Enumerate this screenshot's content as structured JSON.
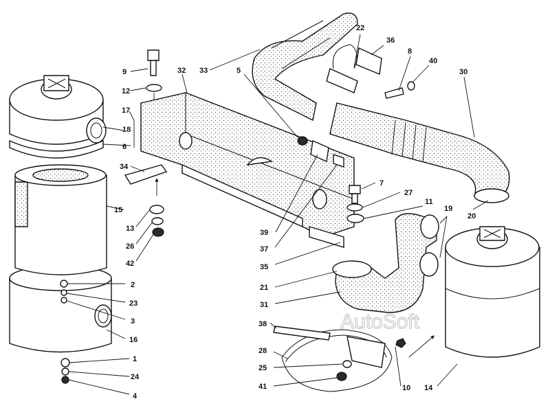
{
  "watermark": "AutoSoft",
  "callouts": [
    "9",
    "12",
    "17",
    "18",
    "6",
    "34",
    "15",
    "13",
    "26",
    "42",
    "2",
    "23",
    "3",
    "16",
    "1",
    "24",
    "4",
    "32",
    "33",
    "5",
    "22",
    "36",
    "8",
    "40",
    "30",
    "7",
    "27",
    "11",
    "19",
    "39",
    "37",
    "35",
    "21",
    "31",
    "20",
    "38",
    "28",
    "25",
    "41",
    "10",
    "14"
  ],
  "colors": {
    "ink": "#111111",
    "paper": "#ffffff",
    "stipple": "#555555"
  }
}
